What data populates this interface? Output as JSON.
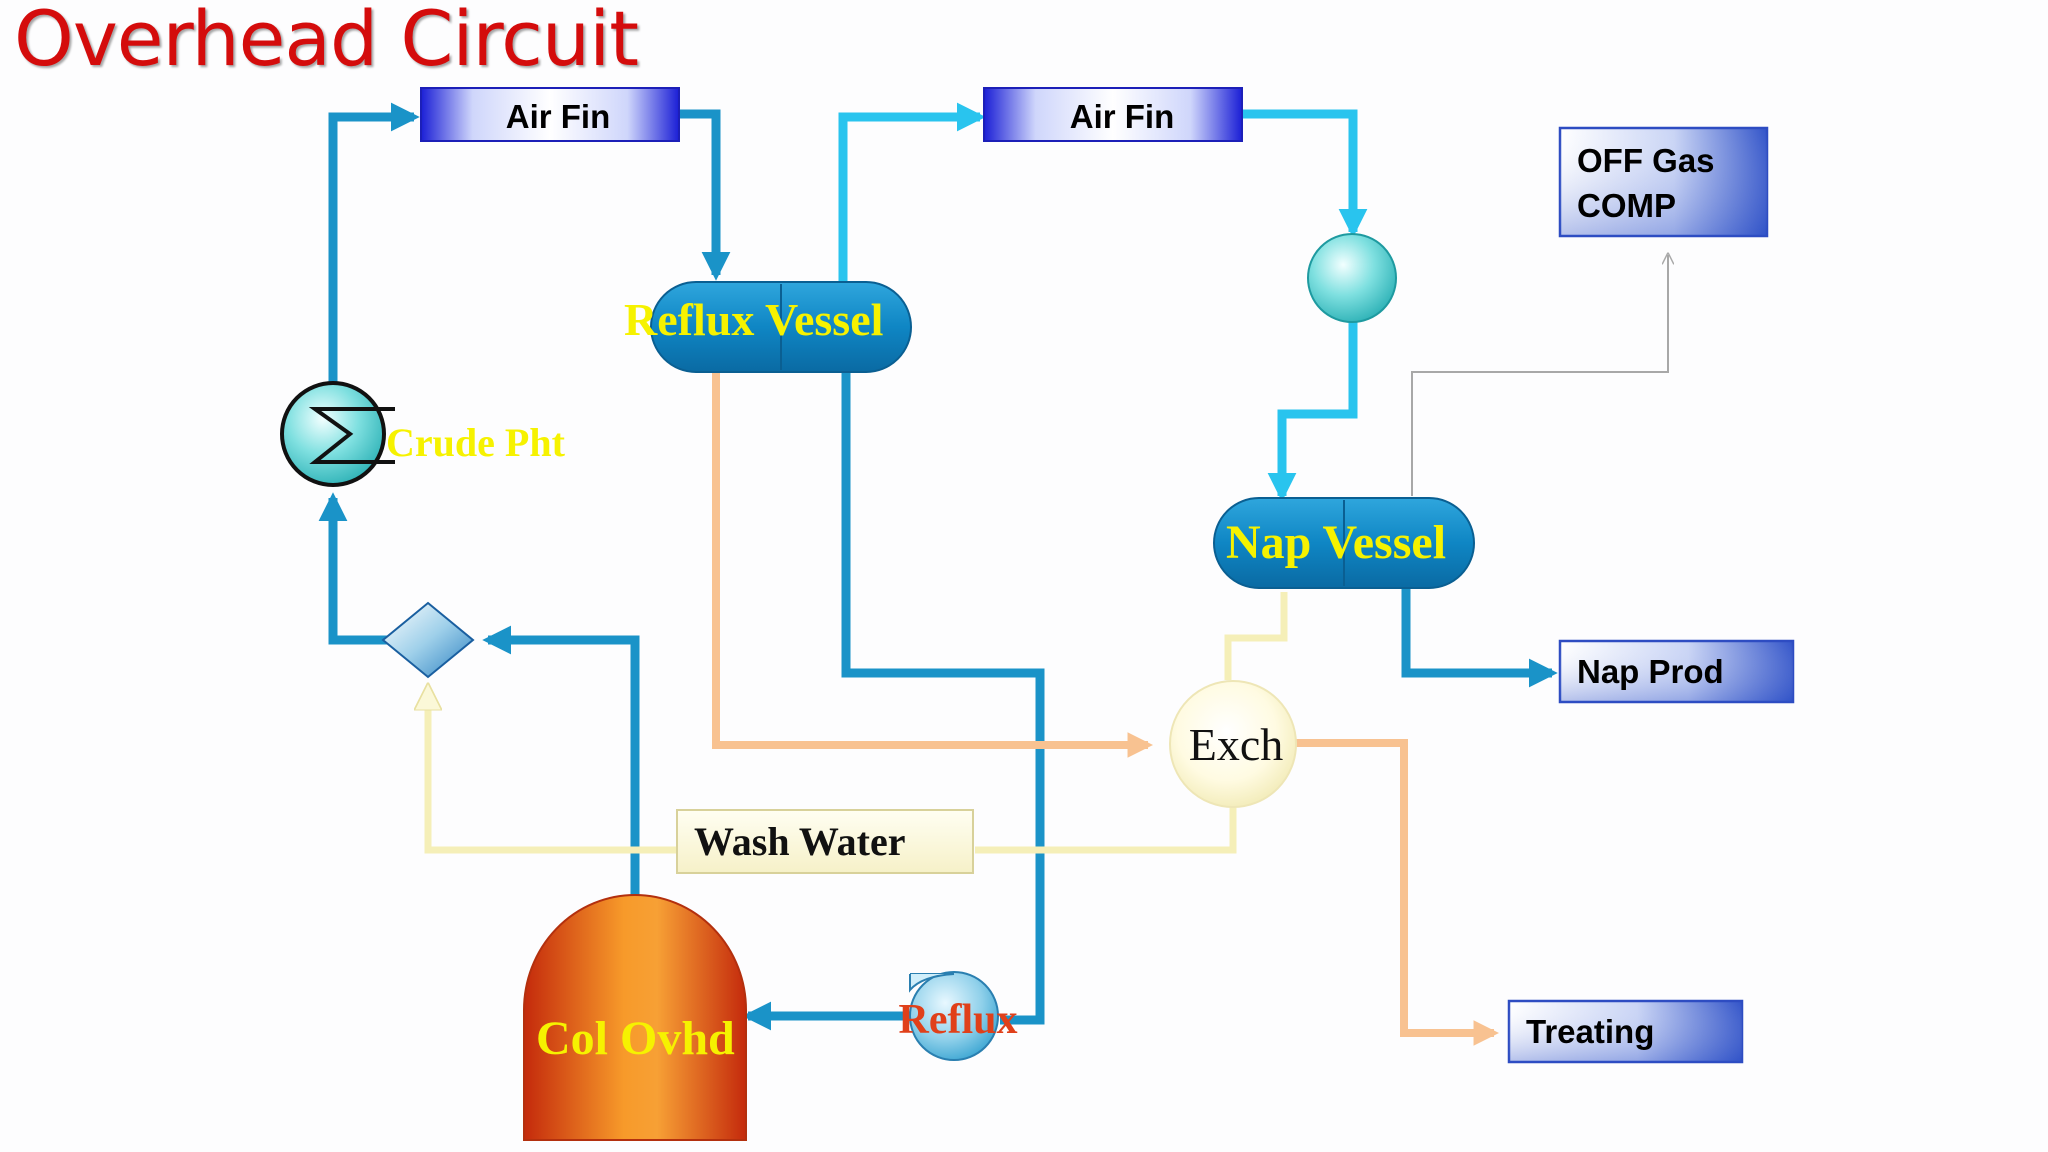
{
  "title": "Overhead Circuit",
  "labels": {
    "air_fin_1": "Air Fin",
    "air_fin_2": "Air Fin",
    "off_gas_line1": "OFF Gas",
    "off_gas_line2": "COMP",
    "reflux_vessel": "Reflux Vessel",
    "crude_pht": "Crude Pht",
    "nap_vessel": "Nap Vessel",
    "nap_prod": "Nap Prod",
    "exch": "Exch",
    "wash_water": "Wash Water",
    "col_ovhd": "Col Ovhd",
    "reflux": "Reflux",
    "treating": "Treating"
  },
  "colors": {
    "title": "#d40c0c",
    "main_line": "#1a93c8",
    "cyan_line": "#29c4ee",
    "orange_line": "#f8c291",
    "wash_line": "#f5efb8",
    "gray_line": "#a8a8a8",
    "label_yellow": "#f6f200",
    "label_reflux": "#e0401a"
  }
}
